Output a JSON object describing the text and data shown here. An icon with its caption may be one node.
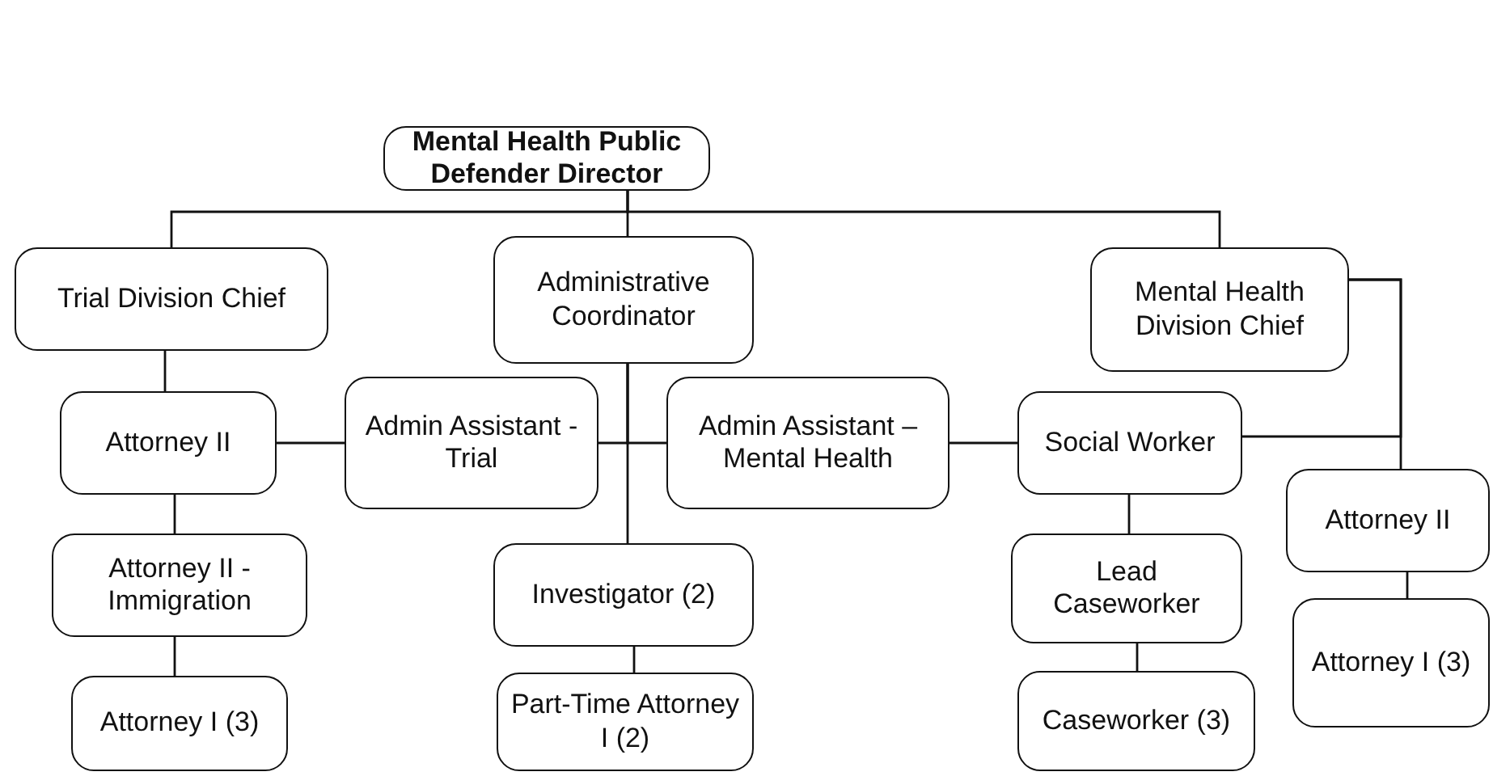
{
  "diagram": {
    "nodes": [
      {
        "text": [
          "Mental Health Public Defender Director"
        ]
      },
      {
        "text": [
          "Trial Division Chief"
        ]
      },
      {
        "text": [
          "Administrative Coordinator"
        ]
      },
      {
        "text": [
          "Mental Health Division Chief"
        ]
      },
      {
        "text": [
          "Attorney II"
        ]
      },
      {
        "text": [
          "Admin Assistant - Trial"
        ]
      },
      {
        "text": [
          "Admin Assistant – Mental Health"
        ]
      },
      {
        "text": [
          "Social Worker"
        ]
      },
      {
        "text": [
          "Attorney II"
        ]
      },
      {
        "text": [
          "Attorney II - Immigration"
        ]
      },
      {
        "text": [
          "Investigator (2)"
        ]
      },
      {
        "text": [
          "Lead Caseworker"
        ]
      },
      {
        "text": [
          "Attorney I (3)"
        ]
      },
      {
        "text": [
          "Part-Time Attorney I (2)"
        ]
      },
      {
        "text": [
          "Caseworker (3)"
        ]
      },
      {
        "text": [
          "Attorney I (3)"
        ]
      }
    ],
    "edges": [
      {
        "from": 0,
        "to": 1,
        "arrow": "none"
      },
      {
        "from": 0,
        "to": 2,
        "arrow": "none"
      },
      {
        "from": 0,
        "to": 3,
        "arrow": "none"
      },
      {
        "from": 1,
        "to": 4,
        "arrow": "none"
      },
      {
        "from": 4,
        "to": 5,
        "arrow": "none"
      },
      {
        "from": 2,
        "to": 5,
        "arrow": "none"
      },
      {
        "from": 2,
        "to": 6,
        "arrow": "none"
      },
      {
        "from": 2,
        "to": 10,
        "arrow": "none"
      },
      {
        "from": 4,
        "to": 9,
        "arrow": "none"
      },
      {
        "from": 9,
        "to": 12,
        "arrow": "none"
      },
      {
        "from": 10,
        "to": 13,
        "arrow": "none"
      },
      {
        "from": 6,
        "to": 7,
        "arrow": "none"
      },
      {
        "from": 3,
        "to": 7,
        "arrow": "none"
      },
      {
        "from": 3,
        "to": 8,
        "arrow": "none"
      },
      {
        "from": 7,
        "to": 11,
        "arrow": "none"
      },
      {
        "from": 11,
        "to": 14,
        "arrow": "none"
      },
      {
        "from": 8,
        "to": 15,
        "arrow": "none"
      }
    ]
  }
}
